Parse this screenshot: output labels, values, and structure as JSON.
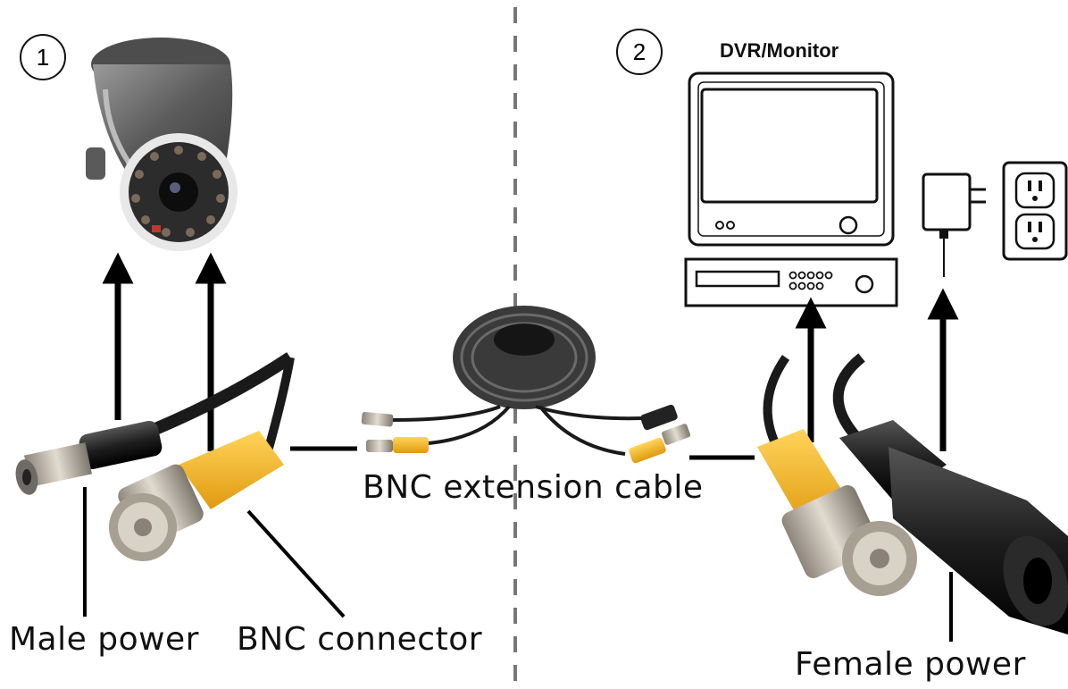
{
  "steps": {
    "one": "1",
    "two": "2"
  },
  "labels": {
    "male_power": "Male power",
    "bnc_connector": "BNC connector",
    "extension_cable": "BNC extension cable",
    "female_power": "Female power",
    "dvr_monitor": "DVR/Monitor"
  },
  "colors": {
    "connector_yellow": "#f5b324",
    "cable_black": "#1a1a1a",
    "camera_gray": "#6b6b6b",
    "metal": "#b8b0a4",
    "divider": "#777777"
  },
  "icons": [
    "camera-icon",
    "cable-coil-icon",
    "monitor-icon",
    "dvr-box-icon",
    "power-adapter-icon",
    "wall-outlet-icon"
  ]
}
